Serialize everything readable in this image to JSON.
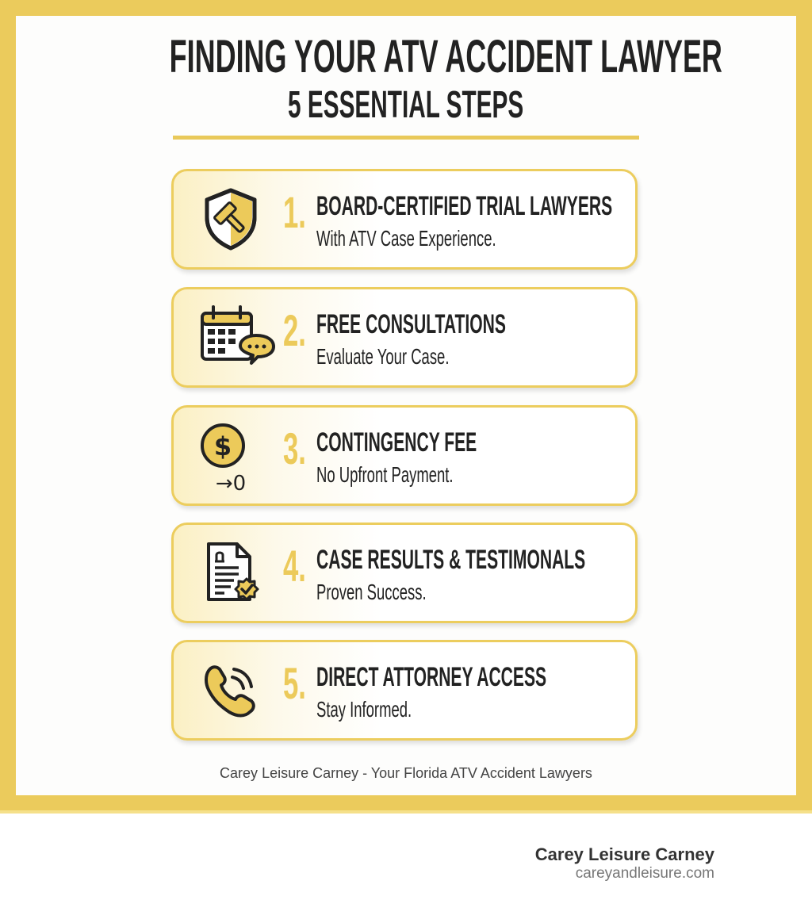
{
  "header": {
    "title": "FINDING YOUR ATV ACCIDENT LAWYER",
    "subtitle": "5 ESSENTIAL STEPS"
  },
  "colors": {
    "accent": "#ebcb5c",
    "text": "#222222",
    "frame": "#ebcb5c"
  },
  "steps": [
    {
      "number": "1.",
      "heading": "BOARD-CERTIFIED TRIAL LAWYERS",
      "description": "With ATV Case Experience.",
      "icon": "shield-gavel-icon"
    },
    {
      "number": "2.",
      "heading": "FREE CONSULTATIONS",
      "description": "Evaluate Your Case.",
      "icon": "calendar-chat-icon"
    },
    {
      "number": "3.",
      "heading": "CONTINGENCY FEE",
      "description": "No Upfront Payment.",
      "icon": "dollar-coin-icon",
      "icon_caption": "→0"
    },
    {
      "number": "4.",
      "heading": "CASE RESULTS & TESTIMONALS",
      "description": "Proven Success.",
      "icon": "document-badge-icon"
    },
    {
      "number": "5.",
      "heading": "DIRECT ATTORNEY ACCESS",
      "description": "Stay Informed.",
      "icon": "phone-ringing-icon"
    }
  ],
  "footer": {
    "tagline": "Carey Leisure Carney - Your Florida ATV Accident Lawyers"
  },
  "brand": {
    "name": "Carey Leisure Carney",
    "url": "careyandleisure.com"
  }
}
